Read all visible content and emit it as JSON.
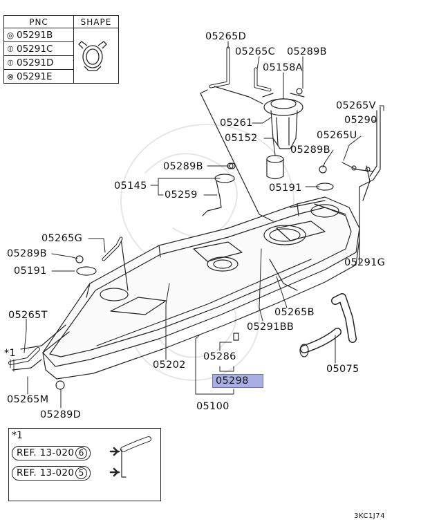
{
  "table": {
    "header_pnc": "PNC",
    "header_shape": "SHAPE",
    "rows": [
      {
        "symbol": "◎",
        "code": "05291B"
      },
      {
        "symbol": "⦶",
        "code": "05291C"
      },
      {
        "symbol": "⦶",
        "code": "05291D"
      },
      {
        "symbol": "⊗",
        "code": "05291E"
      }
    ]
  },
  "parts": {
    "p05265D": "05265D",
    "p05265C": "05265C",
    "p05289B_top": "05289B",
    "p05158A": "05158A",
    "p05265V": "05265V",
    "p05290": "05290",
    "p05261": "05261",
    "p05152": "05152",
    "p05265U": "05265U",
    "p05289B_mid": "05289B",
    "p05289B_left": "05289B",
    "p05145": "05145",
    "p05259": "05259",
    "p05191_right": "05191",
    "p05265G": "05265G",
    "p05289B_low": "05289B",
    "p05191_left": "05191",
    "p05291G": "05291G",
    "p05265T": "05265T",
    "p05265B": "05265B",
    "p05291BB": "05291BB",
    "star1": "*1",
    "p05202": "05202",
    "p05286": "05286",
    "p05075": "05075",
    "p05298": "05298",
    "p05265M": "05265M",
    "p05100": "05100",
    "p05289D": "05289D"
  },
  "ref": {
    "mark": "*1",
    "items": [
      {
        "text": "REF. 13-020",
        "num": "6"
      },
      {
        "text": "REF. 13-020",
        "num": "5"
      }
    ]
  },
  "diagram_code": "3KC1J74",
  "colors": {
    "highlight": "#a9aee3",
    "line": "#111111"
  }
}
